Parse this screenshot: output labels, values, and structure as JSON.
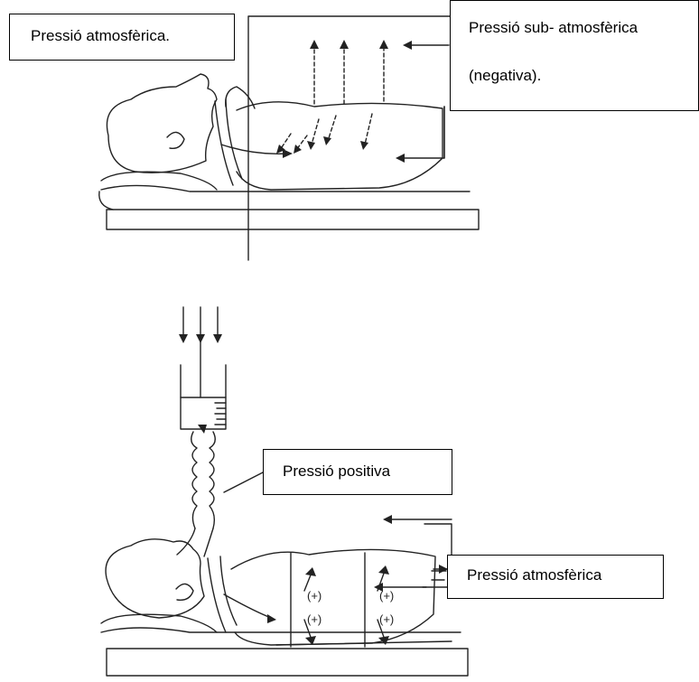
{
  "labels": {
    "top_left": "Pressió atmosfèrica.",
    "top_right_line1": "Pressió sub- atmosfèrica",
    "top_right_line2": "(negativa).",
    "bottom_middle": "Pressió positiva",
    "bottom_right": "Pressió atmosfèrica"
  },
  "signs": {
    "plus": "(+)"
  },
  "colors": {
    "line": "#222222",
    "box_border": "#000000"
  }
}
